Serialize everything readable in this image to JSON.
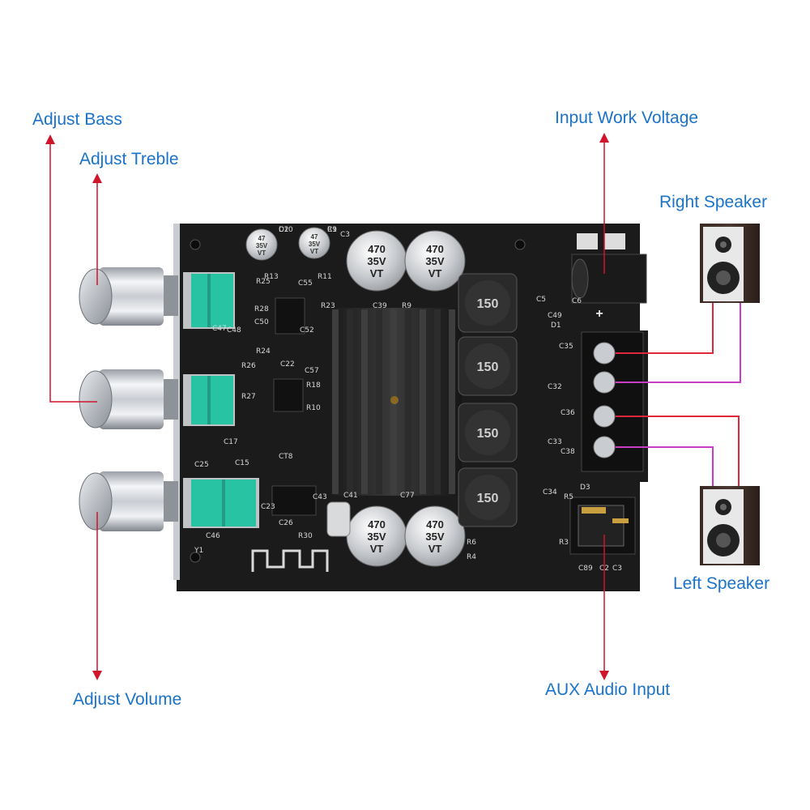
{
  "labels": {
    "bass": "Adjust Bass",
    "treble": "Adjust Treble",
    "volume": "Adjust Volume",
    "voltage": "Input Work Voltage",
    "right_speaker": "Right Speaker",
    "left_speaker": "Left Speaker",
    "aux": "AUX Audio Input"
  },
  "components": {
    "small_cap": [
      "47",
      "35V",
      "VT"
    ],
    "big_cap": [
      "470",
      "35V",
      "VT"
    ],
    "inductor": "150",
    "dc_polarity": "+",
    "silkscreen": [
      "C10",
      "C9",
      "C3",
      "R13",
      "R11",
      "R25",
      "C55",
      "R28",
      "R23",
      "C50",
      "C52",
      "R24",
      "C22",
      "C57",
      "R18",
      "R10",
      "C47",
      "C48",
      "R26",
      "R27",
      "C49",
      "C32",
      "C33",
      "C34",
      "C35",
      "C36",
      "C38",
      "C39",
      "R9",
      "C77",
      "CT8",
      "C23",
      "C25",
      "C15",
      "C17",
      "C26",
      "R30",
      "C43",
      "C41",
      "C46",
      "Y1",
      "R5",
      "D3",
      "R3",
      "C89",
      "C2",
      "C3",
      "R4",
      "R6",
      "C6",
      "C5",
      "D1",
      "D2",
      "R1"
    ]
  },
  "colors": {
    "label_text": "#1a73c9",
    "arrow": "#d0142a",
    "speaker_wire_red": "#e0283c",
    "speaker_wire_magenta": "#c83cc8",
    "pcb": "#1b1b1c",
    "teal_pot": "#27c3a3",
    "silk": "#d8d8d8"
  },
  "icons": [
    "knob-icon",
    "speaker-icon",
    "wireless-icon"
  ]
}
